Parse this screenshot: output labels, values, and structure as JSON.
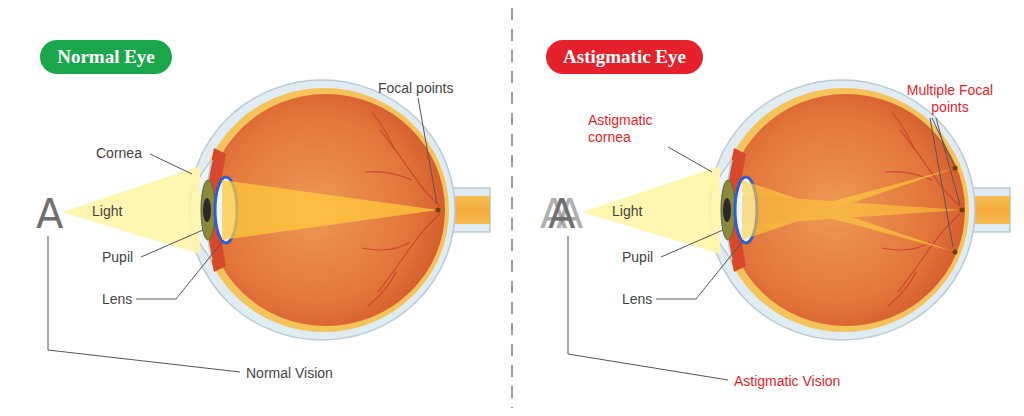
{
  "diagram": {
    "nodes": [
      {
        "text": [
          "Normal Eye"
        ]
      },
      {
        "text": [
          "Astigmatic Eye"
        ]
      }
    ],
    "labels": [
      "A",
      "Light",
      "Cornea",
      "Pupil",
      "Lens",
      "Focal points",
      "Normal Vision",
      "A",
      "Light",
      "Astigmatic cornea",
      "Pupil",
      "Lens",
      "Multiple Focal points",
      "Astigmatic Vision"
    ]
  }
}
